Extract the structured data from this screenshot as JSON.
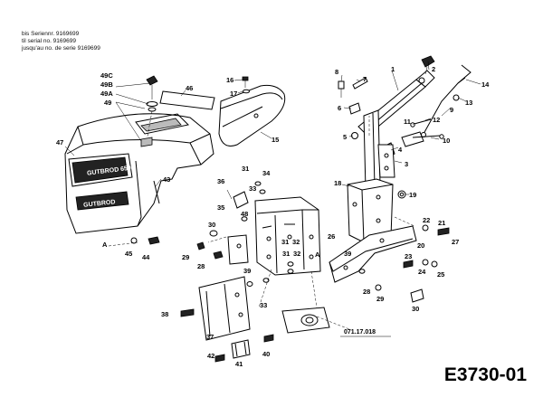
{
  "header": {
    "line1": "bis Seriennr. 9169699",
    "line2": "til serial no. 9169699",
    "line3": "jusqu'au no. de serie 9169699"
  },
  "diagram_code": "E3730-01",
  "reference_code": "071.17.018",
  "hood_brand": "GUTBROD 650",
  "hood_side_label": "GUTBROD",
  "callouts": {
    "c1": "1",
    "c2": "2",
    "c3": "3",
    "c4": "4",
    "c5": "5",
    "c6": "6",
    "c7": "7",
    "c8": "8",
    "c9": "9",
    "c10": "10",
    "c11": "11",
    "c12": "12",
    "c13": "13",
    "c14": "14",
    "c15": "15",
    "c16": "16",
    "c17": "17",
    "c18": "18",
    "c19": "19",
    "c20": "20",
    "c21": "21",
    "c22": "22",
    "c23": "23",
    "c24": "24",
    "c25": "25",
    "c26": "26",
    "c27": "27",
    "c28a": "28",
    "c28b": "28",
    "c29a": "29",
    "c29b": "29",
    "c30a": "30",
    "c30b": "30",
    "c31a": "31",
    "c31b": "31",
    "c31c": "31",
    "c32a": "32",
    "c32b": "32",
    "c33a": "33",
    "c33b": "33",
    "c34": "34",
    "c35": "35",
    "c36": "36",
    "c37": "37",
    "c38": "38",
    "c39a": "39",
    "c39b": "39",
    "c40": "40",
    "c41": "41",
    "c42": "42",
    "c43": "43",
    "c44": "44",
    "c45": "45",
    "c46": "46",
    "c47": "47",
    "c48": "48",
    "c49": "49",
    "c49a": "49A",
    "c49b": "49B",
    "c49c": "49C",
    "cA1": "A",
    "cA2": "A"
  }
}
